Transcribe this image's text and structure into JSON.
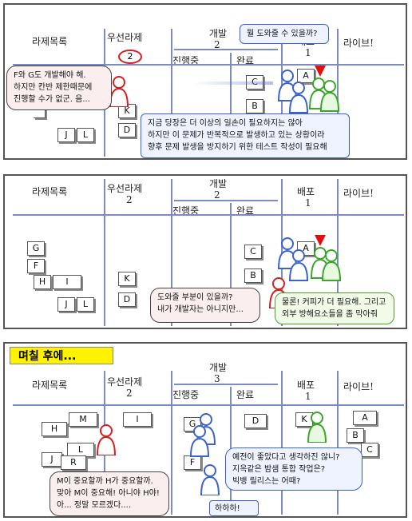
{
  "headers": {
    "backlog": "라제목록",
    "priority": "우선라제",
    "dev": "개발",
    "in_progress": "진행중",
    "done": "완료",
    "deploy": "배포",
    "live": "라이브!"
  },
  "panel1": {
    "priority_limit": "2",
    "dev_limit": "2",
    "deploy_limit": "1",
    "cards": [
      "K",
      "D",
      "J",
      "L",
      "C",
      "B",
      "A"
    ],
    "bubble_top": "뭘 도와줄 수 있을까?",
    "bubble_left": [
      "F와 G도 개발해야 해.",
      "하지만 칸반 제한때문에",
      "진행할 수가 없군. 음..."
    ],
    "bubble_bottom": [
      "지금 당장은 더 이상의 일손이 필요하지는 않아",
      "하지만 이 문제가 반복적으로 발생하고 있는 상황이라",
      "향후 문제 발생을 방지하기 위한 테스트 작성이 필요해"
    ]
  },
  "panel2": {
    "priority_limit": "2",
    "dev_limit": "2",
    "deploy_limit": "1",
    "cards": [
      "G",
      "F",
      "H",
      "I",
      "J",
      "L",
      "K",
      "D",
      "C",
      "B",
      "A"
    ],
    "bubble_pink": [
      "도와줄 부분이 있을까?",
      "내가 개발자는 아니지만..."
    ],
    "bubble_green": [
      "물론! 커피가 더 필요해. 그리고",
      "외부 방해요소들을 좀 막아줘"
    ]
  },
  "panel3": {
    "banner": "며칠 후에...",
    "priority_limit": "2",
    "dev_limit": "3",
    "deploy_limit": "1",
    "cards": [
      "M",
      "H",
      "L",
      "J",
      "R",
      "I",
      "G",
      "F",
      "D",
      "K",
      "A",
      "B",
      "C"
    ],
    "bubble_pink": [
      "M이 중요할까 H가 중요할까.",
      "맞아 M이 중요해! 아니야 H야!",
      "아... 정말 모르겠다...."
    ],
    "bubble_blue": [
      "예전이 좋았다고 생각하진 않니?",
      "지옥같은 밤샘 통합 작업은?",
      "빅뱅 릴리스는 어때?"
    ],
    "bubble_laugh": "하하하!"
  },
  "colors": {
    "grid_line": "#7a8cc0",
    "blue_people": "#3b63c8",
    "green_people": "#3aa62a",
    "red_person": "#d42020",
    "banner": "#fff200"
  }
}
